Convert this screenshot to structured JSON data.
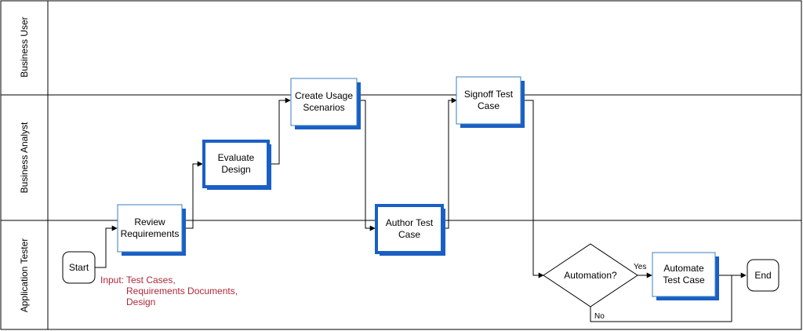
{
  "lanes": [
    {
      "id": "business-user",
      "label": "Business User"
    },
    {
      "id": "business-analyst",
      "label": "Business Analyst"
    },
    {
      "id": "application-tester",
      "label": "Application Tester"
    }
  ],
  "nodes": {
    "start": {
      "lines": [
        "Start"
      ],
      "shape": "rounded"
    },
    "review": {
      "lines": [
        "Review",
        "Requirements"
      ],
      "shape": "task"
    },
    "evaluate": {
      "lines": [
        "Evaluate",
        "Design"
      ],
      "shape": "task-bold"
    },
    "usage": {
      "lines": [
        "Create Usage",
        "Scenarios"
      ],
      "shape": "task"
    },
    "author": {
      "lines": [
        "Author Test",
        "Case"
      ],
      "shape": "task-bold"
    },
    "signoff": {
      "lines": [
        "Signoff Test",
        "Case"
      ],
      "shape": "task"
    },
    "automation": {
      "lines": [
        "Automation?"
      ],
      "shape": "diamond"
    },
    "automate": {
      "lines": [
        "Automate",
        "Test Case"
      ],
      "shape": "task"
    },
    "end": {
      "lines": [
        "End"
      ],
      "shape": "rounded"
    }
  },
  "edge_labels": {
    "yes": "Yes",
    "no": "No"
  },
  "input_note": {
    "prefix": "Input:",
    "lines": [
      "Test Cases,",
      "Requirements Documents,",
      "Design"
    ]
  },
  "colors": {
    "bold_border": "#1a5fc4",
    "shadow": "#1a5fc4",
    "task_border": "#3a7fbf",
    "note_text": "#b0283a",
    "line": "#000000"
  }
}
